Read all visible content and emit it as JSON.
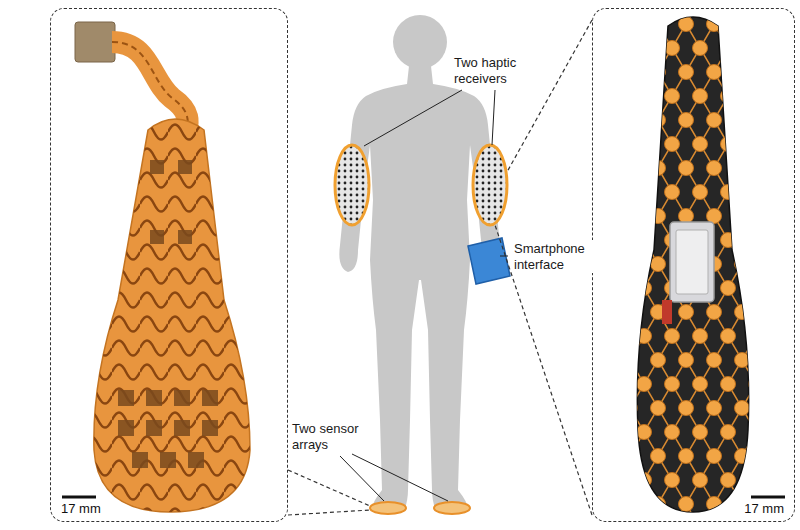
{
  "diagram": {
    "nodes": [
      {
        "text": [
          "17 mm"
        ]
      },
      {
        "text": [
          "17 mm"
        ]
      }
    ],
    "labels": [
      "Two haptic receivers",
      "Smartphone interface",
      "Two sensor arrays"
    ]
  }
}
